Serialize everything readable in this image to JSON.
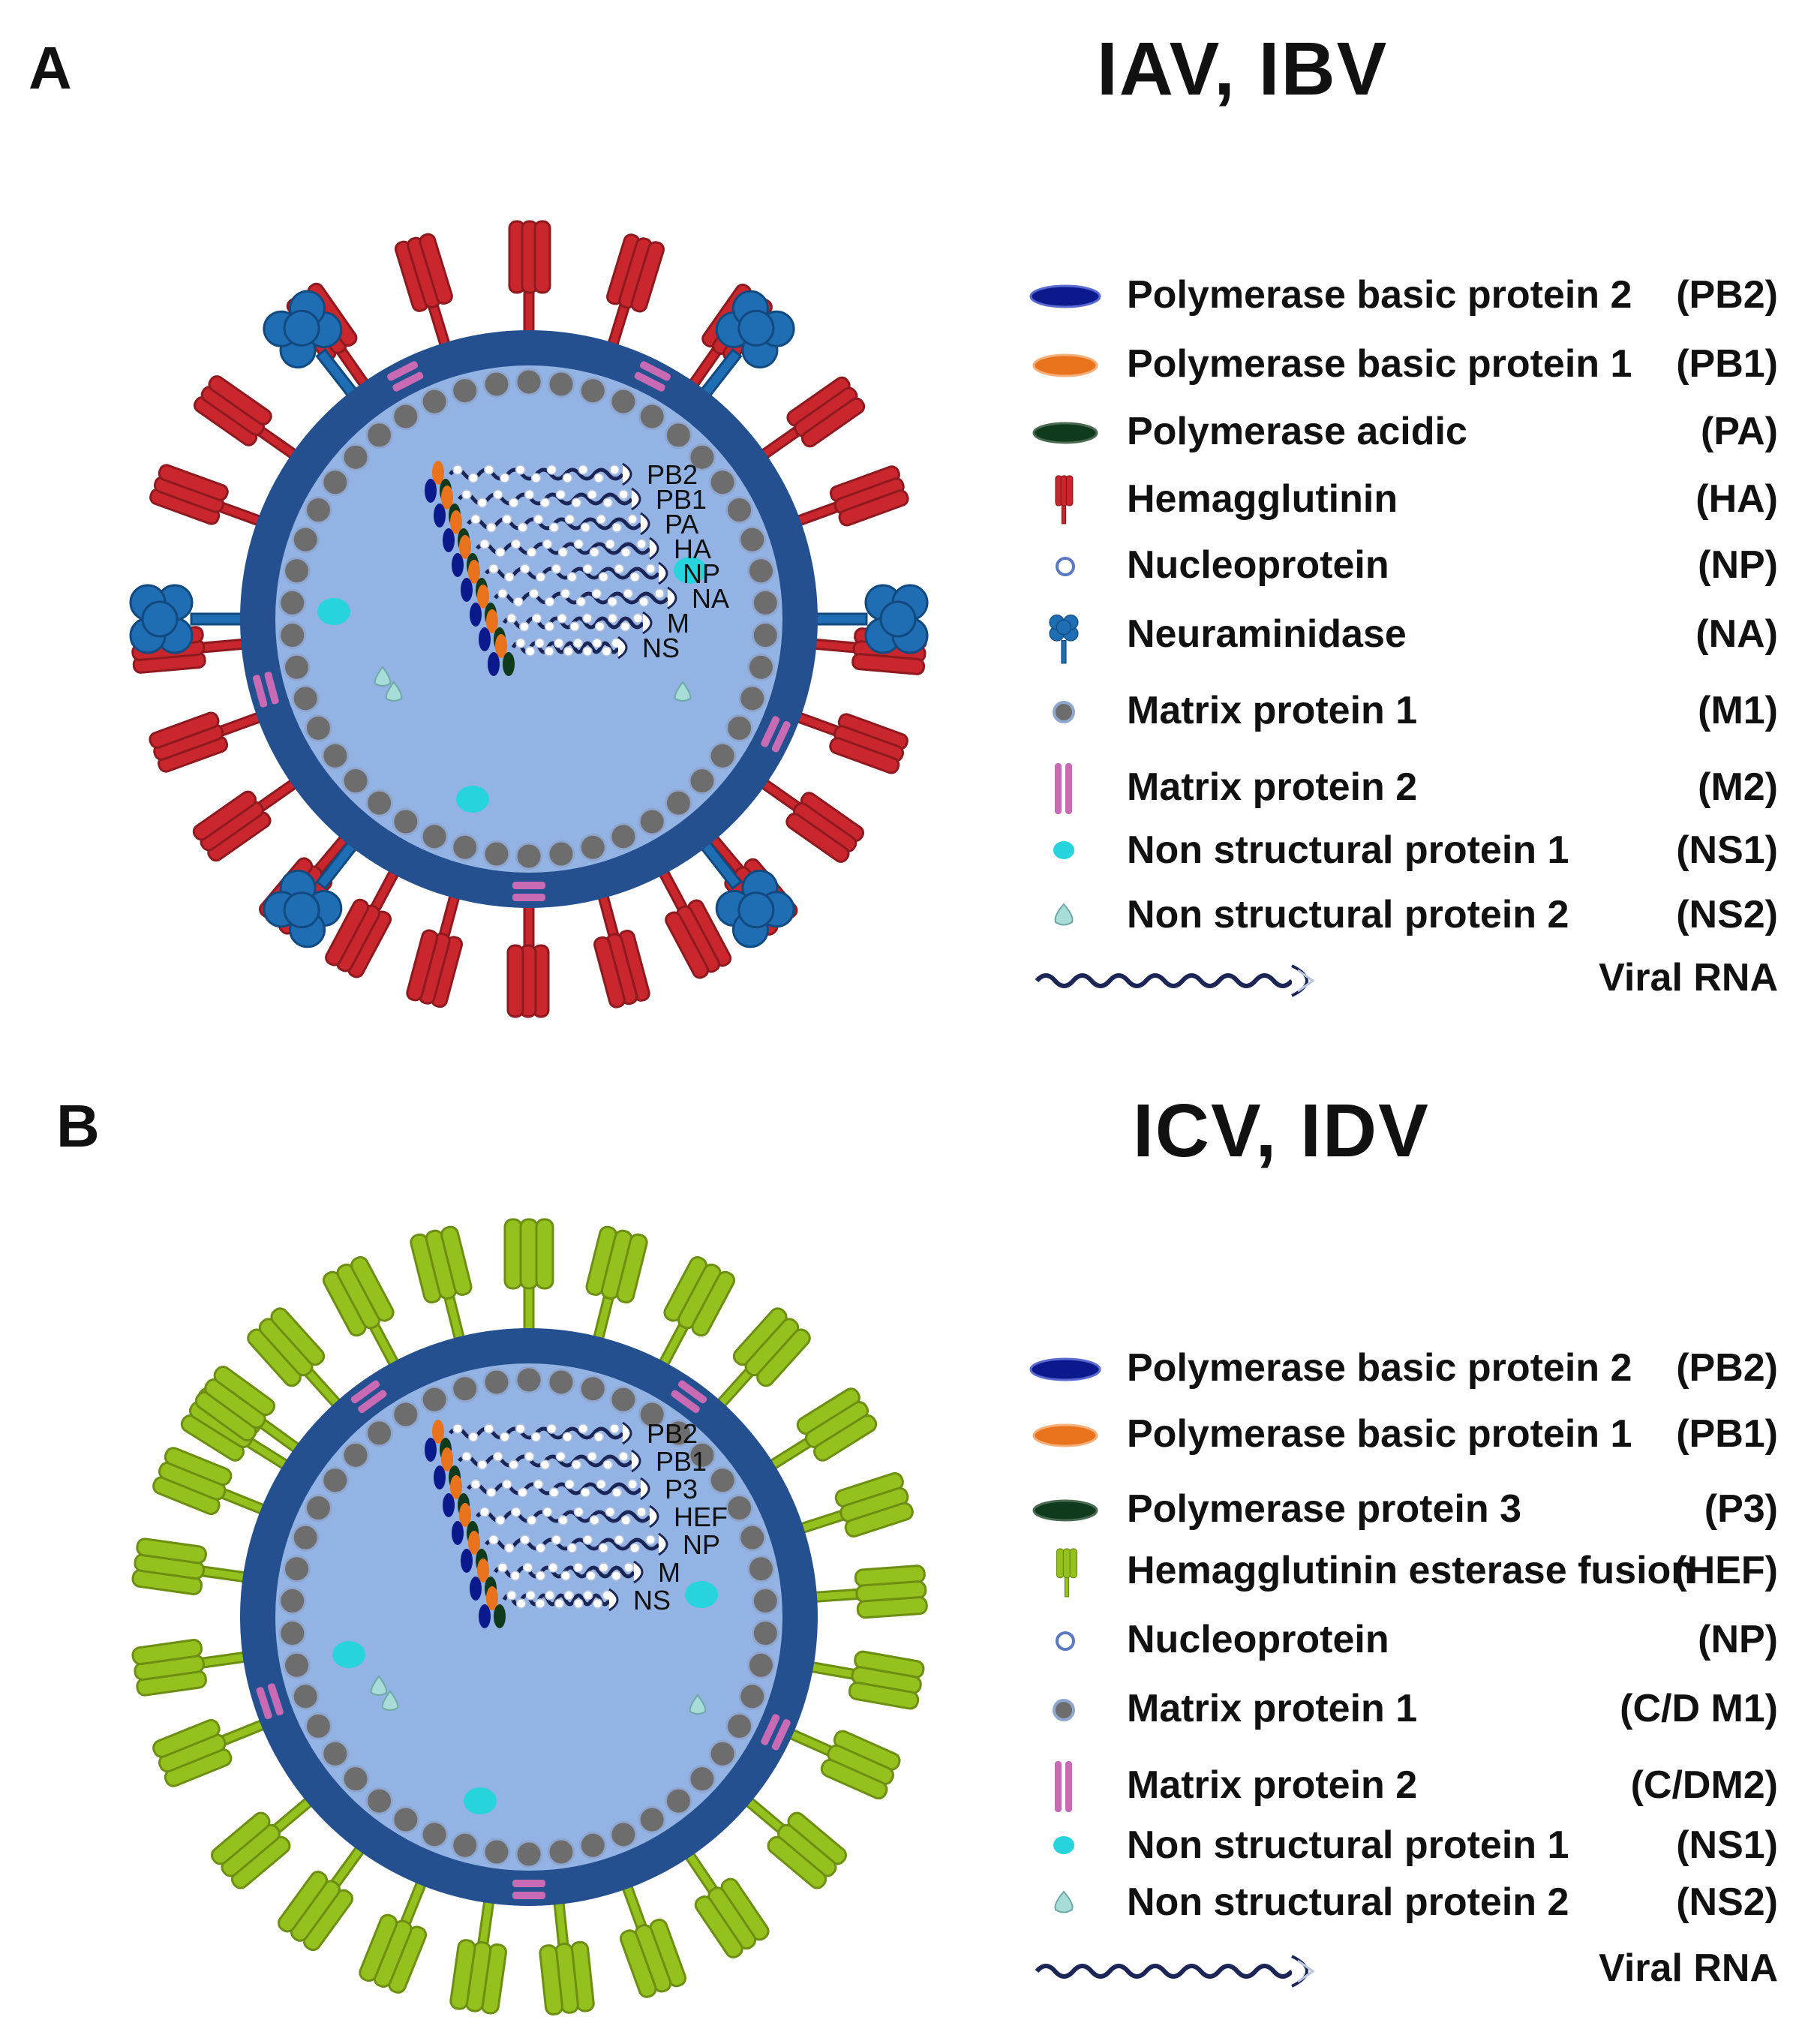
{
  "panel_a": {
    "letter": "A",
    "title": "IAV, IBV",
    "segments": [
      "PB2",
      "PB1",
      "PA",
      "HA",
      "NP",
      "NA",
      "M",
      "NS"
    ],
    "legend": [
      {
        "symbol": "pb2-icon",
        "name": "Polymerase  basic protein 2",
        "abbr": "(PB2)"
      },
      {
        "symbol": "pb1-icon",
        "name": "Polymerase  basic protein 1",
        "abbr": "(PB1)"
      },
      {
        "symbol": "pa-icon",
        "name": "Polymerase  acidic",
        "abbr": "(PA)"
      },
      {
        "symbol": "hemagglutinin-icon",
        "name": "Hemagglutinin",
        "abbr": "(HA)"
      },
      {
        "symbol": "nucleoprotein-icon",
        "name": "Nucleoprotein",
        "abbr": "(NP)"
      },
      {
        "symbol": "neuraminidase-icon",
        "name": "Neuraminidase",
        "abbr": "(NA)"
      },
      {
        "symbol": "matrix-protein-1-icon",
        "name": "Matrix protein 1",
        "abbr": "(M1)"
      },
      {
        "symbol": "matrix-protein-2-icon",
        "name": "Matrix protein 2",
        "abbr": "(M2)"
      },
      {
        "symbol": "ns1-icon",
        "name": "Non structural protein 1",
        "abbr": "(NS1)"
      },
      {
        "symbol": "ns2-icon",
        "name": "Non structural protein 2",
        "abbr": "(NS2)"
      },
      {
        "symbol": "viral-rna-icon",
        "name": "Viral RNA",
        "abbr": ""
      }
    ]
  },
  "panel_b": {
    "letter": "B",
    "title": "ICV, IDV",
    "segments": [
      "PB2",
      "PB1",
      "P3",
      "HEF",
      "NP",
      "M",
      "NS"
    ],
    "legend": [
      {
        "symbol": "pb2-icon",
        "name": "Polymerase  basic protein 2",
        "abbr": "(PB2)"
      },
      {
        "symbol": "pb1-icon",
        "name": "Polymerase  basic protein 1",
        "abbr": "(PB1)"
      },
      {
        "symbol": "p3-icon",
        "name": "Polymerase  protein 3",
        "abbr": "(P3)"
      },
      {
        "symbol": "hef-icon",
        "name": "Hemagglutinin esterase fusion",
        "abbr": "(HEF)"
      },
      {
        "symbol": "nucleoprotein-icon",
        "name": "Nucleoprotein",
        "abbr": "(NP)"
      },
      {
        "symbol": "matrix-protein-1-icon",
        "name": "Matrix protein 1",
        "abbr": "(C/D M1)"
      },
      {
        "symbol": "matrix-protein-2-icon",
        "name": "Matrix protein 2",
        "abbr": "(C/DM2)"
      },
      {
        "symbol": "ns1-icon",
        "name": "Non structural protein 1",
        "abbr": "(NS1)"
      },
      {
        "symbol": "ns2-icon",
        "name": "Non structural protein 2",
        "abbr": "(NS2)"
      },
      {
        "symbol": "viral-rna-icon",
        "name": "Viral RNA",
        "abbr": ""
      }
    ]
  },
  "colors": {
    "envelope": "#24508f",
    "capsid": "#92b3e3",
    "matrix1": "#6d6d6d",
    "ha": "#c9262d",
    "na": "#1f6db3",
    "hef": "#95c11f",
    "m2": "#c86bb4",
    "pb2": "#0a1a8c",
    "pb1": "#e8731c",
    "pa": "#0f3b1c",
    "ns1": "#27d3dd",
    "ns2": "#a8dcd8",
    "rna": "#1b2556"
  }
}
